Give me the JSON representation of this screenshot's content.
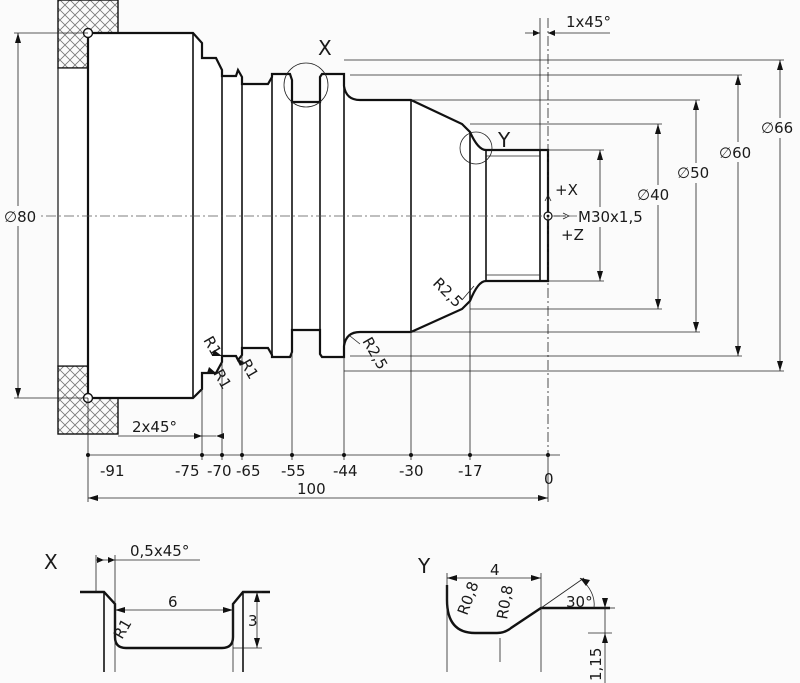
{
  "main_view": {
    "label_x": "X",
    "label_y": "Y",
    "chamfer_top": "1x45°",
    "d80": "∅80",
    "d66": "∅66",
    "d60": "∅60",
    "d50": "∅50",
    "d40": "∅40",
    "thread": "M30x1,5",
    "plus_x": "+X",
    "plus_z": "+Z",
    "r25_upper": "R2,5",
    "r25_lower": "R2,5",
    "r1_a": "R1",
    "r1_b": "R1",
    "r1_c": "R1",
    "chamfer_bottom": "2x45°",
    "z_coords": [
      "-91",
      "-75",
      "-70",
      "-65",
      "-55",
      "-44",
      "-30",
      "-17",
      "0"
    ],
    "total_length": "100"
  },
  "detail_x": {
    "title": "X",
    "chamfer": "0,5x45°",
    "width": "6",
    "depth": "3",
    "radius": "R1"
  },
  "detail_y": {
    "title": "Y",
    "width": "4",
    "r_left": "R0,8",
    "r_right": "R0,8",
    "angle": "30°",
    "depth": "1,15"
  }
}
